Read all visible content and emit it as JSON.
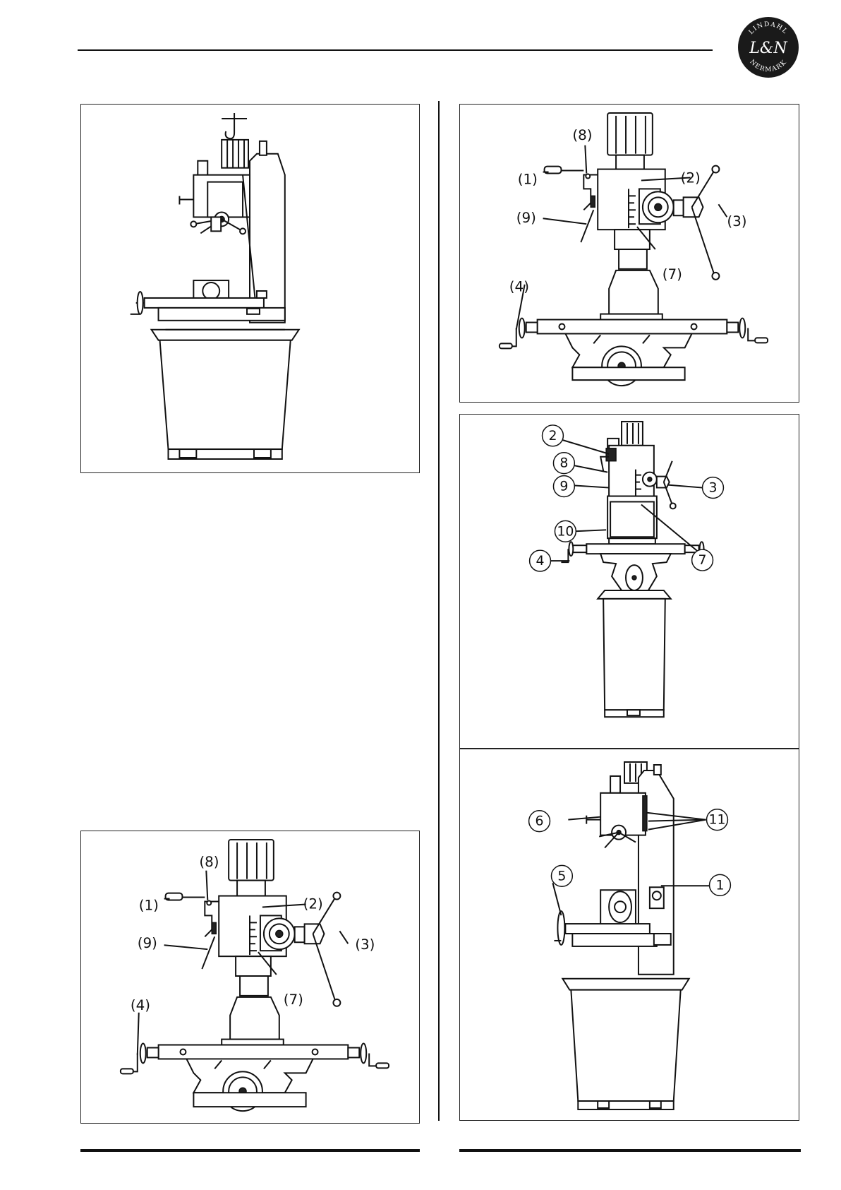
{
  "logo": {
    "top_text": "LINDAHL",
    "bottom_text": "NERMARK",
    "monogram": "L&N",
    "colors": {
      "background": "#1a1a1a",
      "text": "#ffffff"
    }
  },
  "figures": {
    "top_right": {
      "labels": [
        "(8)",
        "(1)",
        "(2)",
        "(9)",
        "(3)",
        "(7)",
        "(4)"
      ]
    },
    "middle_right": {
      "labels": [
        "2",
        "8",
        "9",
        "3",
        "10",
        "7",
        "4"
      ]
    },
    "bottom_right": {
      "labels": [
        "6",
        "11",
        "5",
        "1"
      ]
    },
    "bottom_left": {
      "labels": [
        "(8)",
        "(1)",
        "(2)",
        "(9)",
        "(3)",
        "(7)",
        "(4)"
      ]
    }
  }
}
